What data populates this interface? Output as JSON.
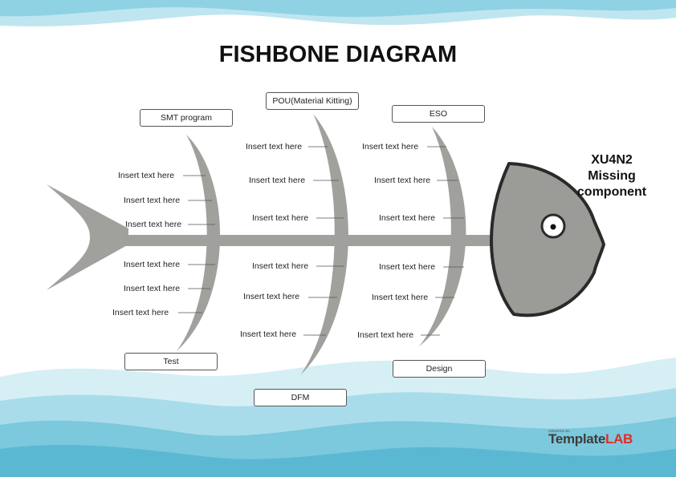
{
  "title": "FISHBONE DIAGRAM",
  "effect": {
    "lines": [
      "XU4N2",
      "Missing",
      "component"
    ]
  },
  "categories": {
    "top": [
      "SMT program",
      "POU(Material Kitting)",
      "ESO"
    ],
    "bottom": [
      "Test",
      "DFM",
      "Design"
    ]
  },
  "cause_placeholder": "Insert text here",
  "brand": {
    "created_by": "CREATED BY",
    "name_part1": "Template",
    "name_part2": "LAB"
  },
  "colors": {
    "bone": "#a0a09c",
    "bone_dark": "#8e8e8a",
    "head_outline": "#2a2a2a",
    "wave_light": "#d6eff5",
    "wave_mid": "#a9dcea",
    "wave_dark": "#7cc8dc",
    "wave_deep": "#5ab8d2",
    "brand_red": "#e02b2b"
  }
}
